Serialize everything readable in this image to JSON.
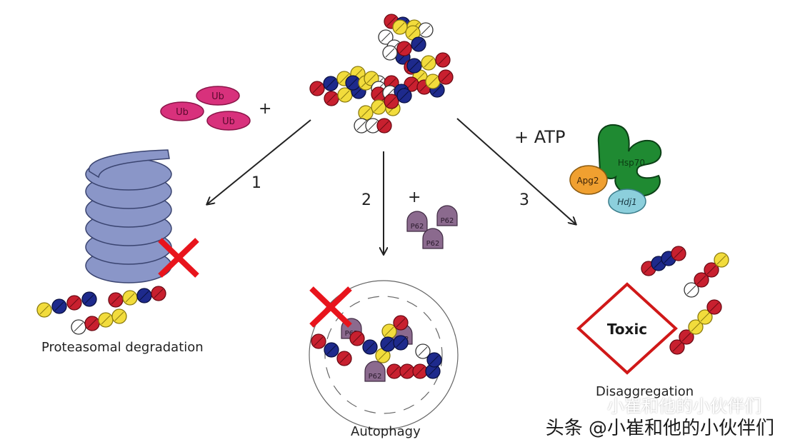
{
  "pathways": [
    {
      "number": "1",
      "caption": "Proteasomal degradation"
    },
    {
      "number": "2",
      "caption": "Autophagy"
    },
    {
      "number": "3",
      "caption": "Disaggregation"
    }
  ],
  "ub_label": "Ub",
  "p62_label": "P62",
  "plus": "+",
  "atp_label": "+ ATP",
  "chaperones": {
    "hsp70": "Hsp70",
    "apg2": "Apg2",
    "hdj1": "Hdj1"
  },
  "toxic_label": "Toxic",
  "watermark": "头条 @小崔和他的小伙伴们",
  "watermark_faint": "小崔和他的小伙伴们",
  "colors": {
    "red": "#c8202f",
    "blue": "#1e2a8c",
    "yellow": "#f2dc3c",
    "white": "#ffffff",
    "ub": "#d8317c",
    "proteasome": "#8a96c8",
    "p62": "#8b6a8e",
    "hsp70": "#1f8a32",
    "apg2": "#f0a030",
    "hdj1": "#8ccfdc",
    "cross": "#e8141c"
  }
}
